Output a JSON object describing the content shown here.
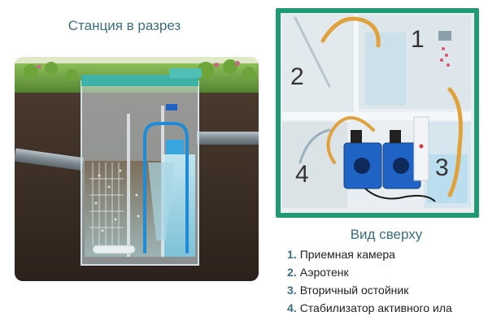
{
  "section_cut": {
    "title": "Станция в разрез"
  },
  "top_view": {
    "title": "Вид сверху",
    "zone_labels": [
      "1",
      "2",
      "3",
      "4"
    ]
  },
  "legend": {
    "items": [
      {
        "number": "1.",
        "label": "Приемная камера"
      },
      {
        "number": "2.",
        "label": "Аэротенк"
      },
      {
        "number": "3.",
        "label": "Вторичный остойник"
      },
      {
        "number": "4.",
        "label": "Стабилизатор активного ила"
      }
    ]
  },
  "colors": {
    "caption": "#3a6f80",
    "frame": "#1f9a73",
    "soil": "#3b2e25",
    "pump": "#1f63c4"
  }
}
